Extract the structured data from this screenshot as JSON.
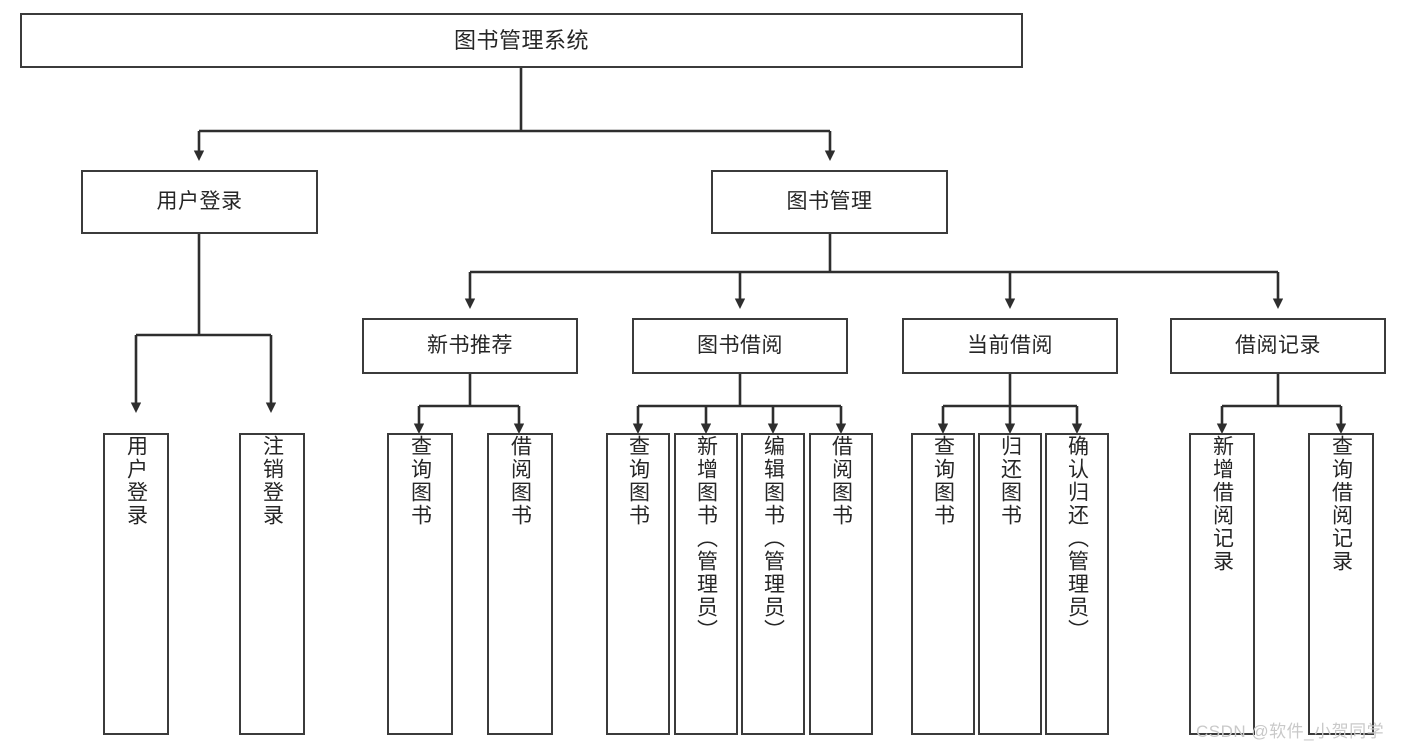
{
  "diagram": {
    "type": "tree-hierarchy-chart",
    "title_node": {
      "id": "root",
      "label": "图书管理系统"
    },
    "colors": {
      "box_stroke": "#3b3b3b",
      "box_fill": "#ffffff",
      "text": "#262626",
      "connector": "#2e2e2e",
      "watermark": "#c9c9c9",
      "background": "#ffffff"
    },
    "level1": [
      {
        "id": "user-login",
        "label": "用户登录"
      },
      {
        "id": "book-management",
        "label": "图书管理"
      }
    ],
    "level2": [
      {
        "id": "new-book-recommend",
        "label": "新书推荐",
        "parent": "book-management"
      },
      {
        "id": "book-borrow",
        "label": "图书借阅",
        "parent": "book-management"
      },
      {
        "id": "current-borrow",
        "label": "当前借阅",
        "parent": "book-management"
      },
      {
        "id": "borrow-record",
        "label": "借阅记录",
        "parent": "book-management"
      }
    ],
    "leaves": {
      "user-login": [
        {
          "id": "leaf-user-login",
          "label": "用户登录"
        },
        {
          "id": "leaf-logout-login",
          "label": "注销登录"
        }
      ],
      "new-book-recommend": [
        {
          "id": "leaf-query-book-1",
          "label": "查询图书"
        },
        {
          "id": "leaf-borrow-book-1",
          "label": "借阅图书"
        }
      ],
      "book-borrow": [
        {
          "id": "leaf-query-book-2",
          "label": "查询图书"
        },
        {
          "id": "leaf-add-book-admin",
          "label": "新增图书（管理员）"
        },
        {
          "id": "leaf-edit-book-admin",
          "label": "编辑图书（管理员）"
        },
        {
          "id": "leaf-borrow-book-2",
          "label": "借阅图书"
        }
      ],
      "current-borrow": [
        {
          "id": "leaf-query-book-3",
          "label": "查询图书"
        },
        {
          "id": "leaf-return-book",
          "label": "归还图书"
        },
        {
          "id": "leaf-confirm-return-admin",
          "label": "确认归还（管理员）"
        }
      ],
      "borrow-record": [
        {
          "id": "leaf-add-borrow-record",
          "label": "新增借阅记录"
        },
        {
          "id": "leaf-query-borrow-record",
          "label": "查询借阅记录"
        }
      ]
    }
  },
  "watermark": {
    "text": "CSDN @软件_小贺同学"
  }
}
